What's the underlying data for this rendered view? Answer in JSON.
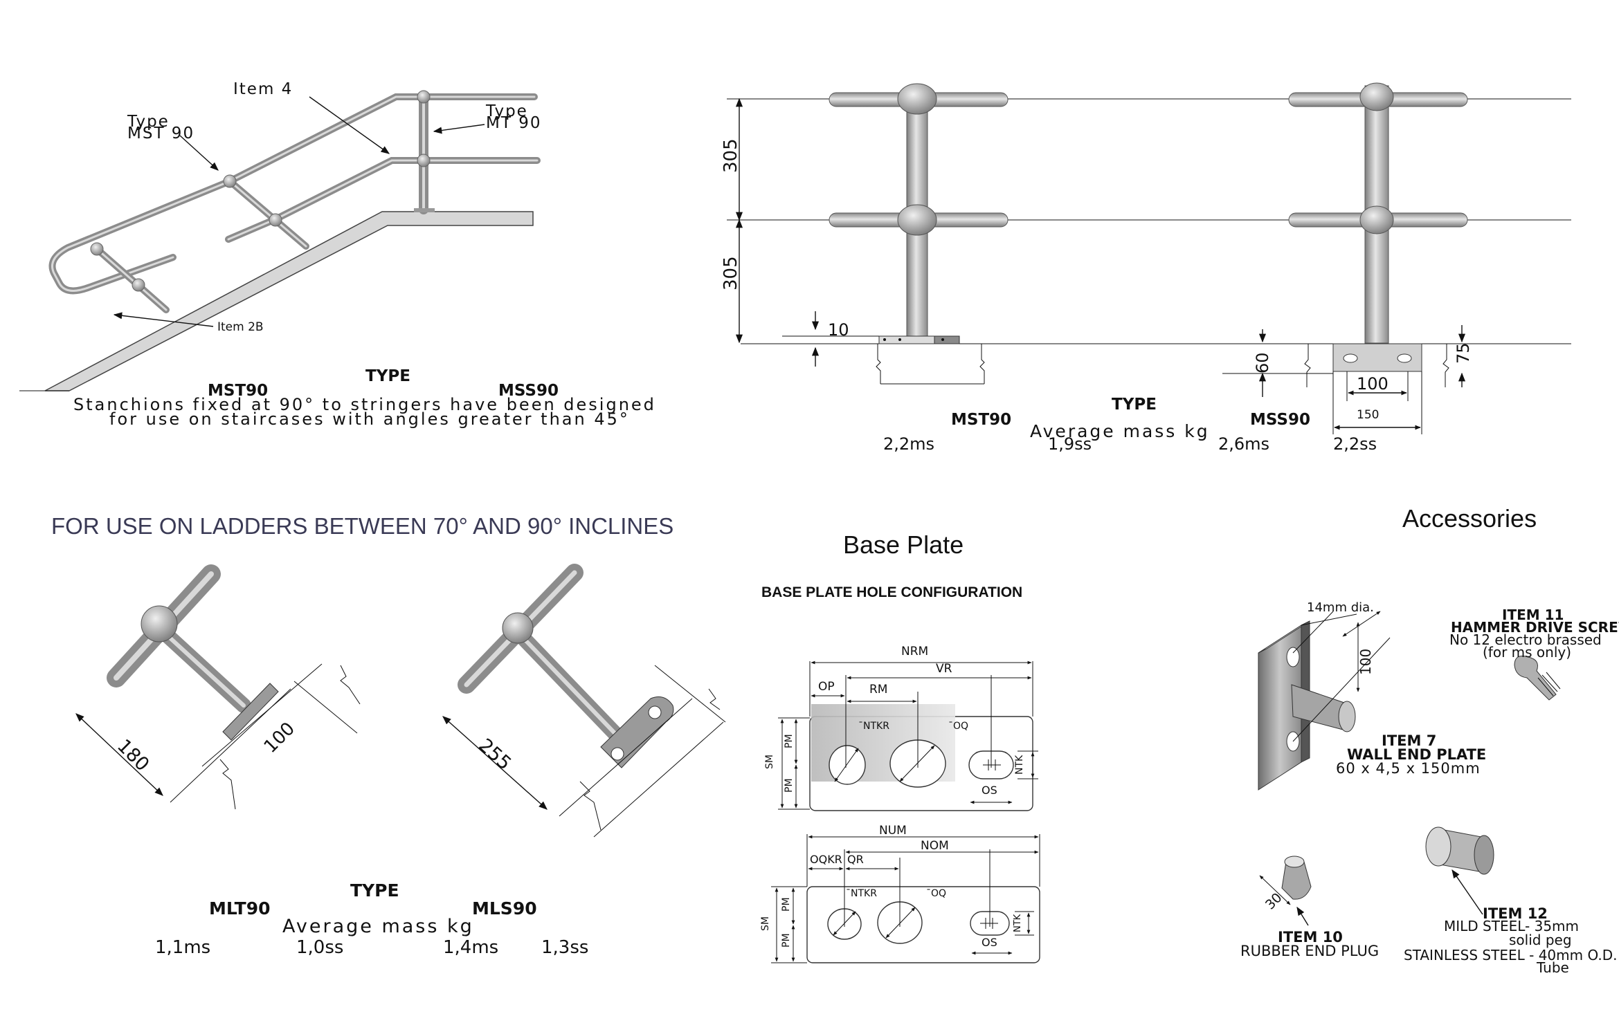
{
  "top_left": {
    "label_item4": "Item 4",
    "label_mst90_a": "Type",
    "label_mst90_b": "MST 90",
    "label_mt90_a": "Type",
    "label_mt90_b": "MT 90",
    "label_item2b": "Item 2B",
    "type_heading": "TYPE",
    "type_left": "MST90",
    "type_right": "MSS90",
    "desc_line1": "Stanchions fixed at 90° to stringers have been designed",
    "desc_line2": "for use on staircases with angles greater than 45°"
  },
  "top_right": {
    "dim_305_upper": "305",
    "dim_305_lower": "305",
    "dim_10": "10",
    "dim_60": "60",
    "dim_75": "75",
    "dim_100": "100",
    "dim_150": "150",
    "type_heading": "TYPE",
    "type_left": "MST90",
    "type_right": "MSS90",
    "mass_label": "Average mass kg",
    "mass_values": [
      "2,2ms",
      "1,9ss",
      "2,6ms",
      "2,2ss"
    ]
  },
  "ladder": {
    "heading": "FOR USE ON LADDERS BETWEEN 70° AND 90° INCLINES",
    "dim_180": "180",
    "dim_100": "100",
    "dim_255": "255",
    "type_heading": "TYPE",
    "type_left": "MLT90",
    "type_right": "MLS90",
    "mass_label": "Average mass kg",
    "mass_values": [
      "1,1ms",
      "1,0ss",
      "1,4ms",
      "1,3ss"
    ]
  },
  "base_plate": {
    "title": "Base Plate",
    "subtitle": "BASE PLATE HOLE CONFIGURATION",
    "upper": {
      "overall": "NRM",
      "vr": "VR",
      "op": "OP",
      "rm": "RM",
      "hole_a": "¯NTKR",
      "hole_b": "¯OQ",
      "sm": "SM",
      "pm1": "PM",
      "pm2": "PM",
      "ntk": "NTK",
      "os": "OS"
    },
    "lower": {
      "overall": "NUM",
      "nom": "NOM",
      "oqkr": "OQKR",
      "qr": "QR",
      "hole_a": "¯NTKR",
      "hole_b": "¯OQ",
      "sm": "SM",
      "pm1": "PM",
      "pm2": "PM",
      "ntk": "NTK",
      "os": "OS"
    }
  },
  "accessories": {
    "title": "Accessories",
    "wall_plate_dia": "14mm dia.",
    "wall_plate_dim": "100",
    "item11_title": "ITEM 11",
    "item11_name": "HAMMER DRIVE SCREW",
    "item11_desc1": "No 12 electro brassed",
    "item11_desc2": "(for ms only)",
    "item7_title": "ITEM 7",
    "item7_name": "WALL END PLATE",
    "item7_desc": "60 x 4,5 x 150mm",
    "item10_dim": "30",
    "item10_title": "ITEM 10",
    "item10_name": "RUBBER END PLUG",
    "item12_title": "ITEM 12",
    "item12_desc1": "MILD STEEL- 35mm",
    "item12_desc2": "solid peg",
    "item12_desc3": "STAINLESS STEEL - 40mm O.D.",
    "item12_desc4": "Tube"
  }
}
